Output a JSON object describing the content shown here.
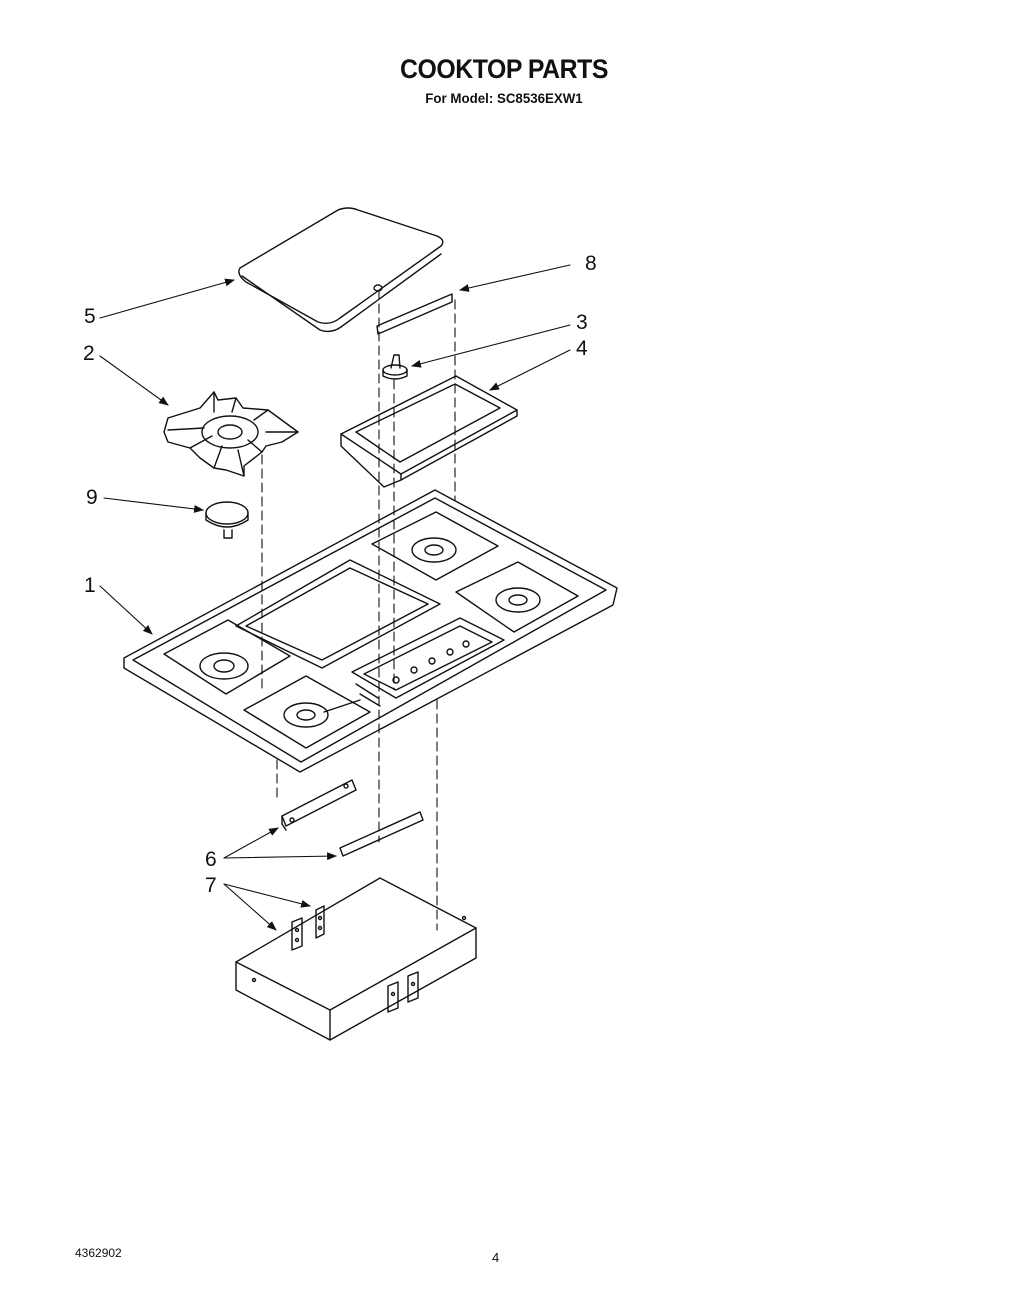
{
  "header": {
    "title": "COOKTOP PARTS",
    "subtitle": "For Model: SC8536EXW1"
  },
  "callouts": {
    "c1": "1",
    "c2": "2",
    "c3": "3",
    "c4": "4",
    "c5": "5",
    "c6": "6",
    "c7": "7",
    "c8": "8",
    "c9": "9"
  },
  "footer": {
    "doc_number": "4362902",
    "page_number": "4"
  }
}
